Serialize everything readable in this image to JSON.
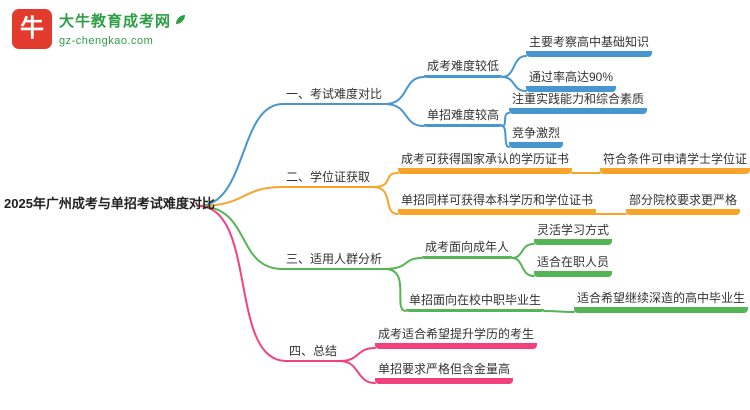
{
  "brand": {
    "badge_char": "牛",
    "name": "大牛教育成考网",
    "url": "gz-chengkao.com"
  },
  "colors": {
    "blue": "#4796d1",
    "orange": "#f7a428",
    "green": "#55b555",
    "pink": "#f2427e",
    "brand_green": "#2e9e46",
    "logo_red": "#e23b2e"
  },
  "mindmap": {
    "root": "2025年广州成考与单招考试难度对比",
    "b1": {
      "label": "一、考试难度对比",
      "n1": {
        "label": "成考难度较低",
        "l1": "主要考察高中基础知识",
        "l2": "通过率高达90%"
      },
      "n2": {
        "label": "单招难度较高",
        "l1": "注重实践能力和综合素质",
        "l2": "竞争激烈"
      }
    },
    "b2": {
      "label": "二、学位证获取",
      "n1": {
        "label": "成考可获得国家承认的学历证书",
        "l1": "符合条件可申请学士学位证"
      },
      "n2": {
        "label": "单招同样可获得本科学历和学位证书",
        "l1": "部分院校要求更严格"
      }
    },
    "b3": {
      "label": "三、适用人群分析",
      "n1": {
        "label": "成考面向成年人",
        "l1": "灵活学习方式",
        "l2": "适合在职人员"
      },
      "n2": {
        "label": "单招面向在校中职毕业生",
        "l1": "适合希望继续深造的高中毕业生"
      }
    },
    "b4": {
      "label": "四、总结",
      "l1": "成考适合希望提升学历的考生",
      "l2": "单招要求严格但含金量高"
    }
  }
}
